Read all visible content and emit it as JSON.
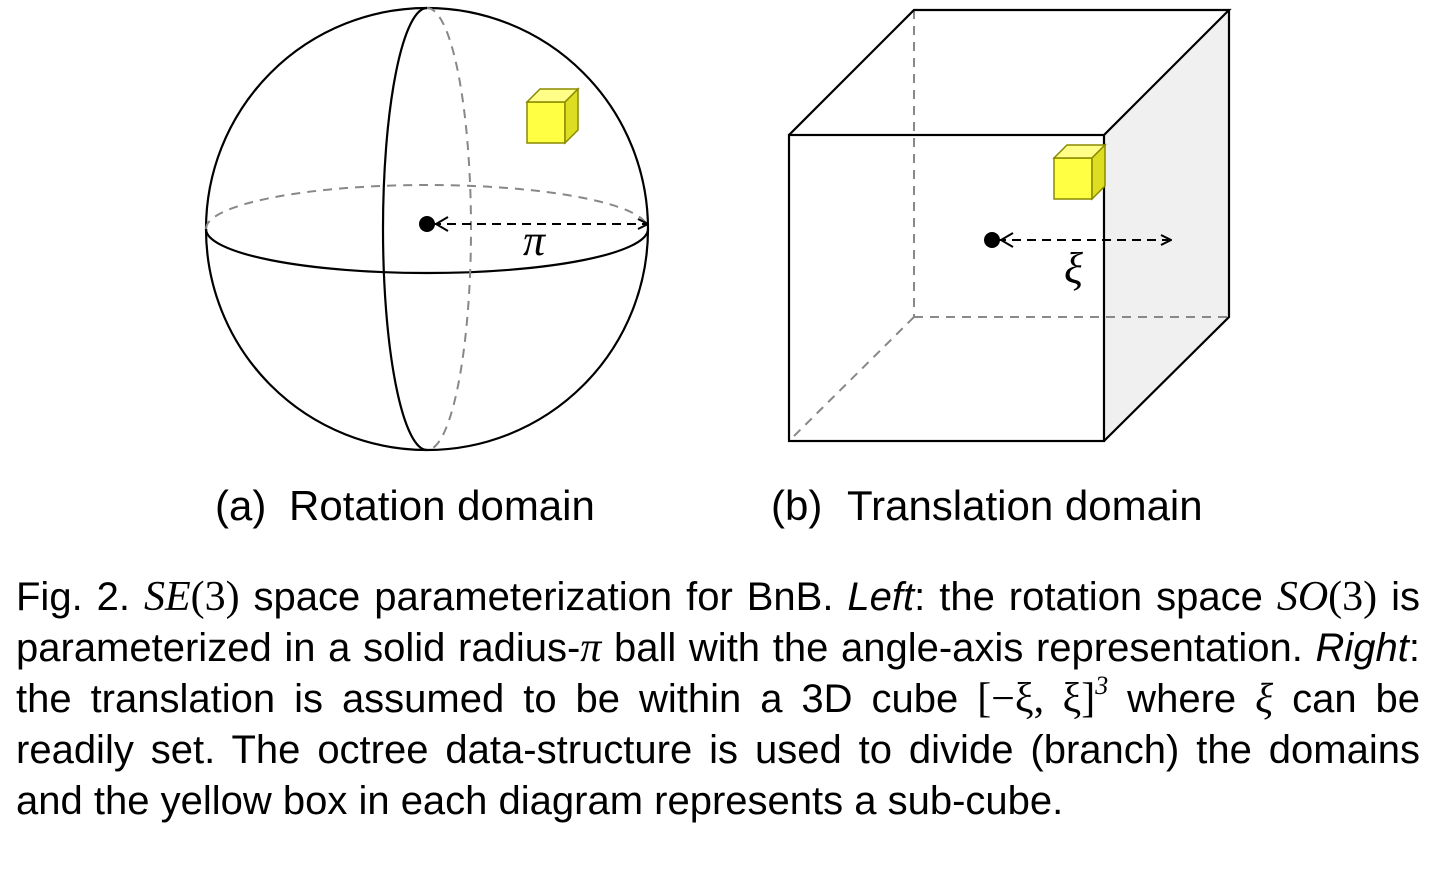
{
  "figure": {
    "subfigures": [
      {
        "tag": "(a)",
        "label": "Rotation domain",
        "radius_symbol": "π"
      },
      {
        "tag": "(b)",
        "label": "Translation domain",
        "radius_symbol": "ξ"
      }
    ],
    "colors": {
      "sub_cube_fill": "#ffff44",
      "sub_cube_edge": "#8a8a00",
      "cube_side_face": "#f0f0f0",
      "line": "#000000",
      "hidden_line": "#888888"
    }
  },
  "caption": {
    "fig_label": "Fig. 2.",
    "se3": "SE",
    "se3_arg": "(3)",
    "part1": " space parameterization for BnB. ",
    "left_label": "Left",
    "part2": ": the rotation space ",
    "so3": "SO",
    "so3_arg": "(3)",
    "part3": " is parameterized in a solid radius-",
    "pi": "π",
    "part4": " ball with the angle-axis repre­sentation. ",
    "right_label": "Right",
    "part5": ": the translation is assumed to be within a 3D cube ",
    "interval": "[−ξ, ξ]",
    "interval_exp": "3",
    "part6": " where ",
    "xi": "ξ",
    "part7": " can be readily set. The octree data-structure is used to divide (branch) the domains and the yellow box in each diagram repre­sents a sub-cube."
  }
}
